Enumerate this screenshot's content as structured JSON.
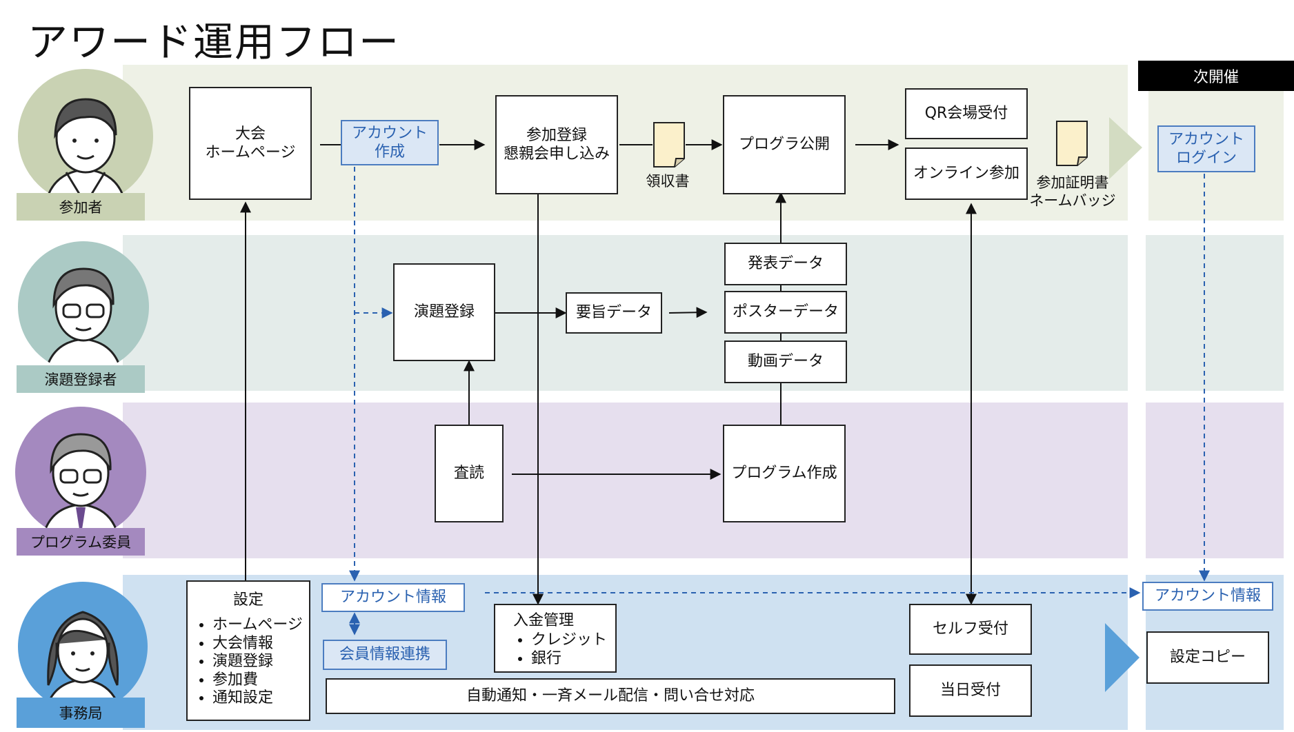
{
  "title": "アワード運用フロー",
  "next_header": "次開催",
  "roles": {
    "participant": "参加者",
    "presenter": "演題登録者",
    "committee": "プログラム委員",
    "office": "事務局"
  },
  "nodes": {
    "homepage": "大会\nホームページ",
    "account_create": "アカウント\n作成",
    "registration": "参加登録\n懇親会申し込み",
    "receipt": "領収書",
    "program_publish": "プログラ公開",
    "qr_reception": "QR会場受付",
    "online_join": "オンライン参加",
    "badge": "参加証明書\nネームバッジ",
    "account_login": "アカウント\nログイン",
    "abstract_entry": "演題登録",
    "abstract_data": "要旨データ",
    "presentation_data": "発表データ",
    "poster_data": "ポスターデータ",
    "video_data": "動画データ",
    "review": "査読",
    "program_create": "プログラム作成",
    "account_info": "アカウント情報",
    "member_link": "会員情報連携",
    "payment_title": "入金管理",
    "payment_items": [
      "クレジット",
      "銀行"
    ],
    "auto_notice": "自動通知・一斉メール配信・問い合せ対応",
    "self_reception": "セルフ受付",
    "day_reception": "当日受付",
    "account_info_next": "アカウント情報",
    "settings_copy": "設定コピー",
    "settings_title": "設定",
    "settings_items": [
      "ホームページ",
      "大会情報",
      "演題登録",
      "参加費",
      "通知設定"
    ]
  },
  "colors": {
    "band_participant": "#eef1e6",
    "band_presenter": "#e4ecea",
    "band_committee": "#e6dfee",
    "band_office": "#cfe1f1",
    "role_participant": "#c9d2b3",
    "role_presenter": "#abcac5",
    "role_committee": "#a489bf",
    "role_office": "#5aa0d9",
    "link_blue": "#2a61b0"
  }
}
